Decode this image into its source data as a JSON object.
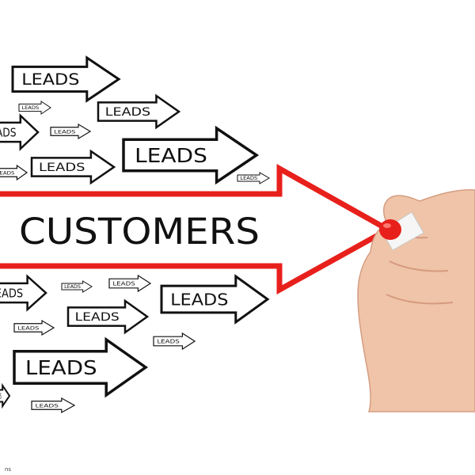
{
  "photo": {
    "main_label": "CUSTOMERS",
    "small_label": "LEADS",
    "corner_text": "ns",
    "colors": {
      "background": "#ffffff",
      "ink": "#111111",
      "marker_red": "#e8201c",
      "skin": "#efc4a8"
    }
  }
}
